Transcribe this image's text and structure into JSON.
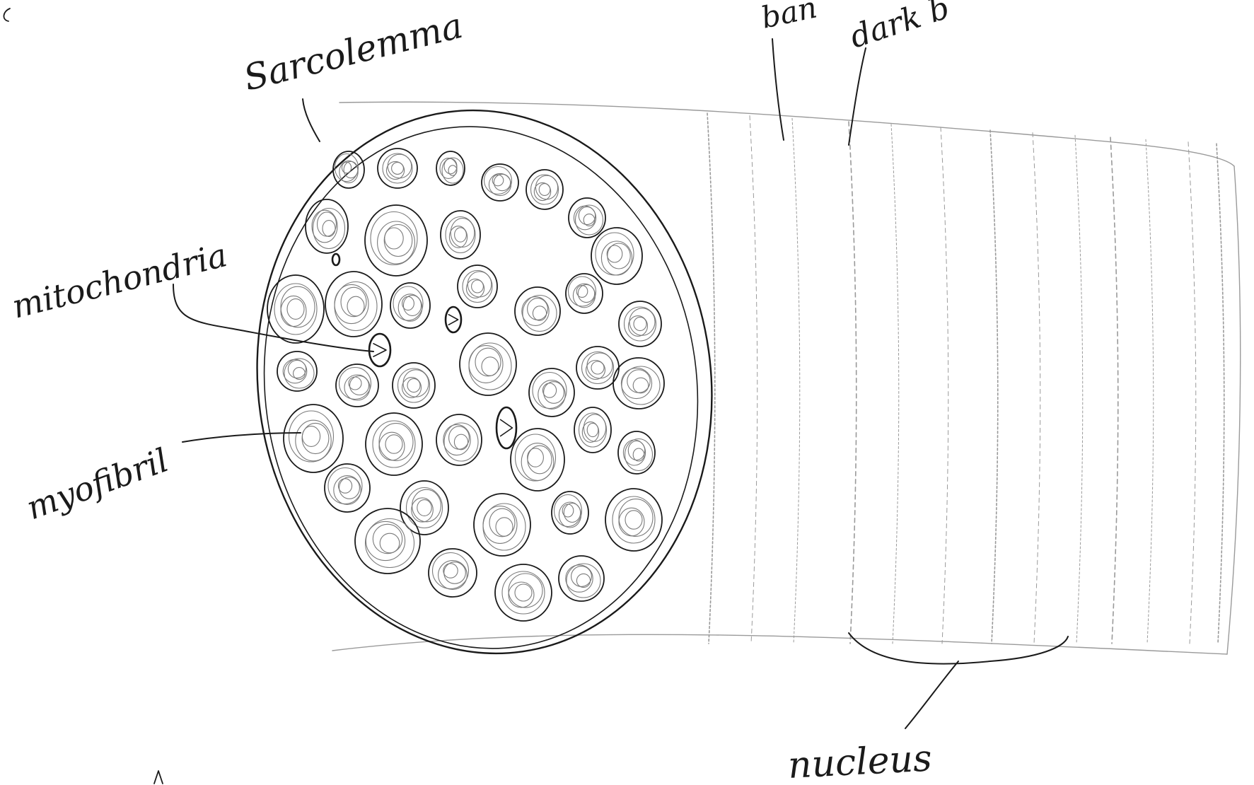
{
  "labels": {
    "sarcolemma": "Sarcolemma",
    "band_partial": "ban",
    "dark_band_partial": "dark b",
    "mitochondria": "mitochondria",
    "myofibril": "myofibril",
    "nucleus": "nucleus"
  },
  "colors": {
    "ink": "#1a1a1a",
    "pencil": "#9a9a9a",
    "paper": "#ffffff"
  }
}
